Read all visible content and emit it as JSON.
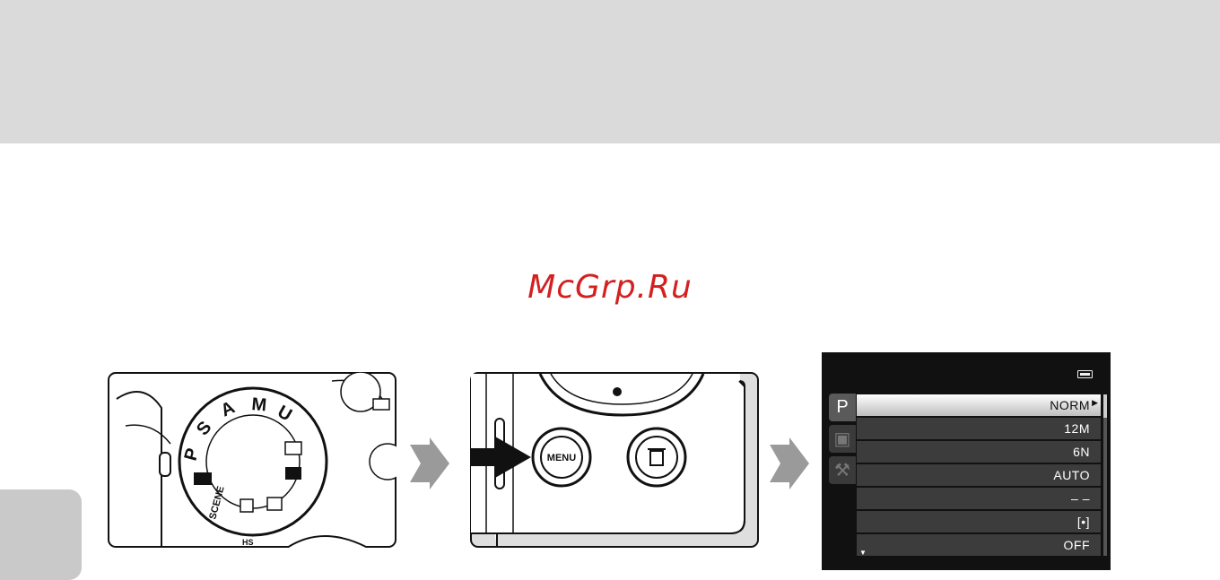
{
  "watermark": "McGrp.Ru",
  "dial": {
    "labels": [
      "P",
      "S",
      "A",
      "M",
      "U",
      "SCENE"
    ],
    "bottom_label": "HS"
  },
  "button": {
    "menu_label": "MENU"
  },
  "screen": {
    "tabs": [
      "P"
    ],
    "rows": [
      {
        "value": "NORM",
        "active": true
      },
      {
        "value": "12M"
      },
      {
        "value": "6N"
      },
      {
        "value": "AUTO"
      },
      {
        "value": "– –"
      },
      {
        "value": "[•]"
      },
      {
        "value": "OFF"
      }
    ]
  },
  "colors": {
    "header": "#dadada",
    "side_tab": "#c9c9c9",
    "arrow": "#9a9a9a",
    "watermark": "#d42020"
  }
}
